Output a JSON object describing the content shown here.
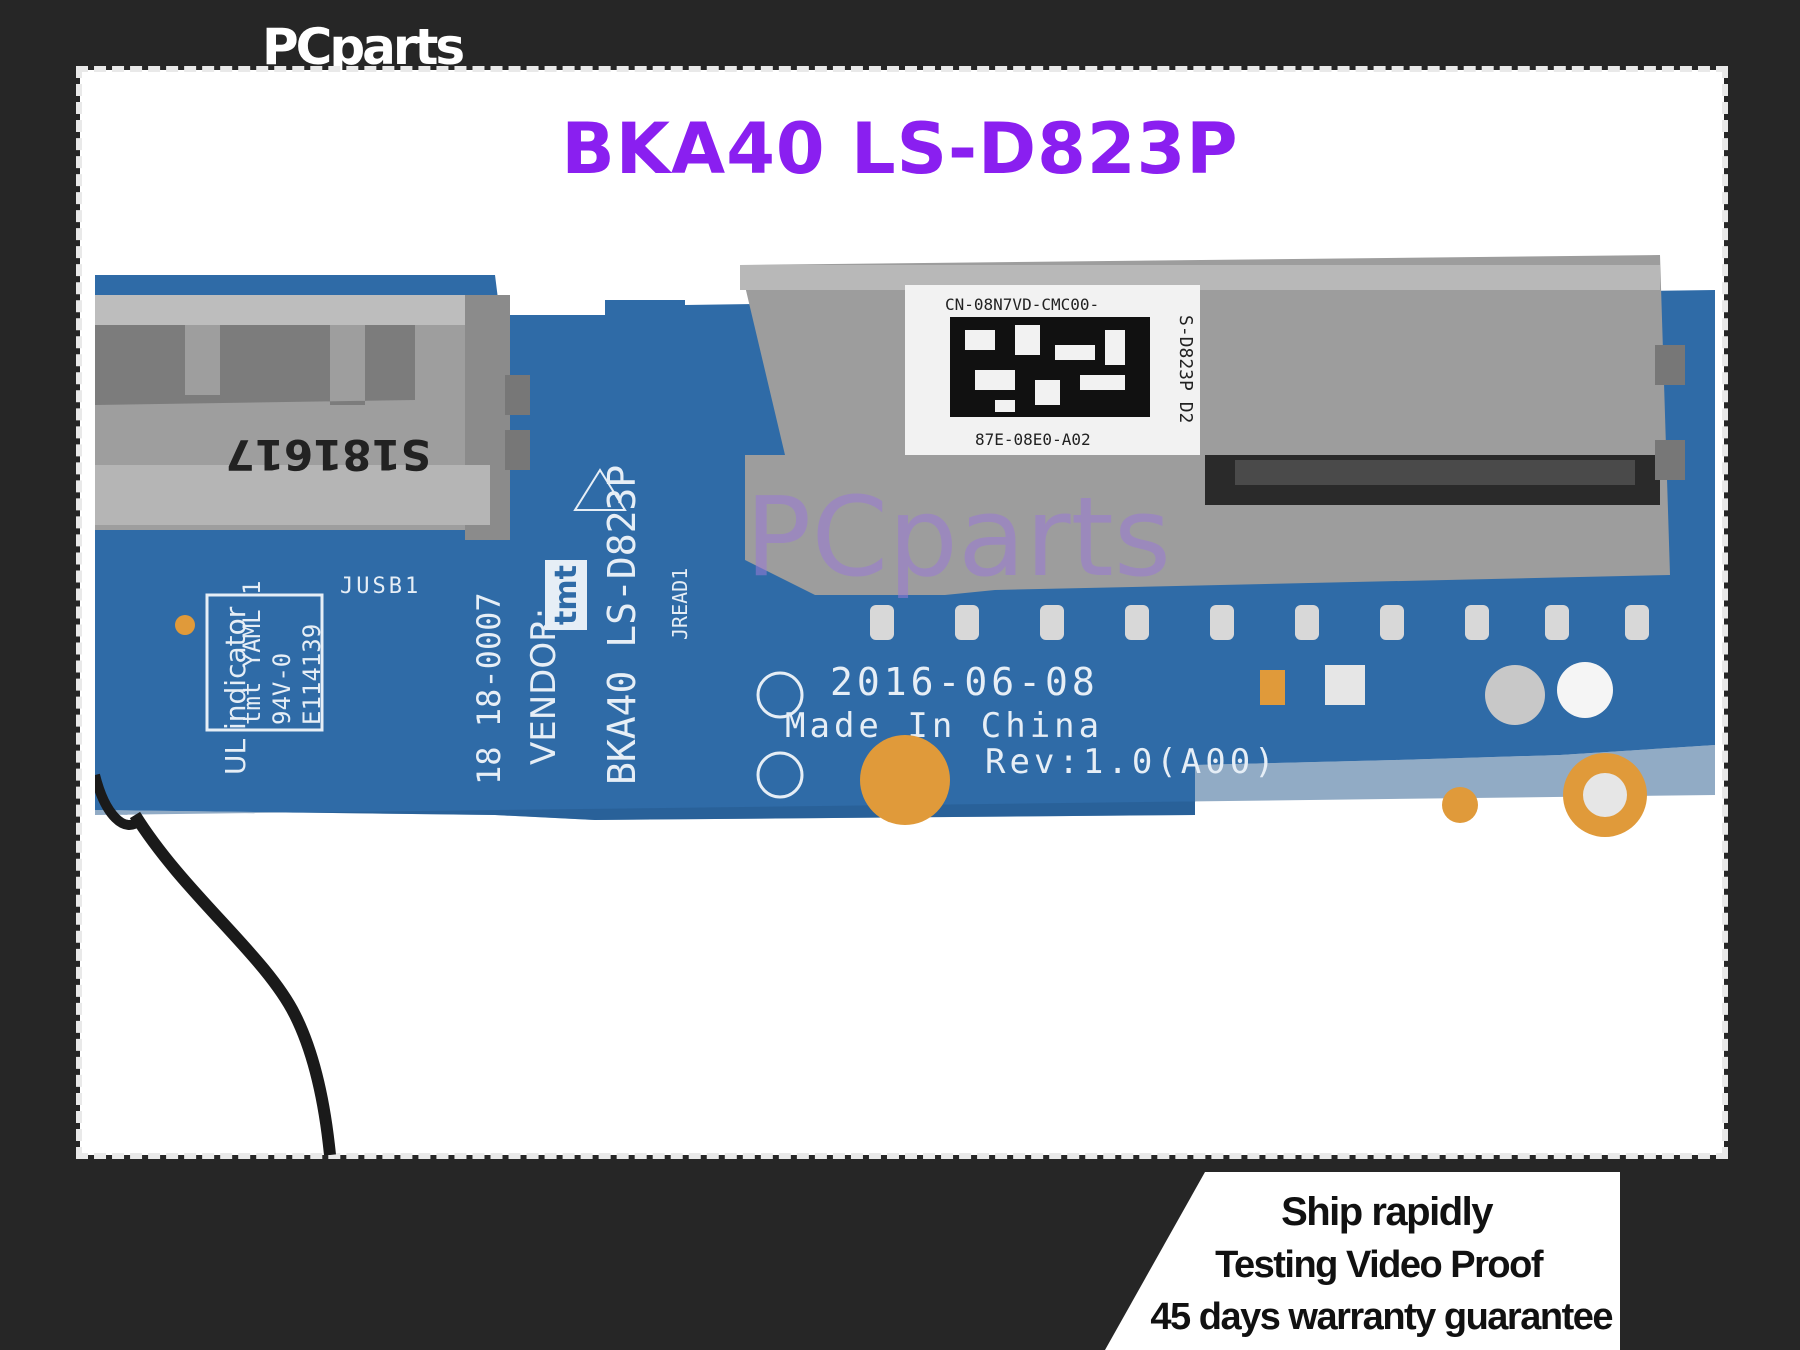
{
  "brand": "PCparts",
  "title": "BKA40 LS-D823P",
  "board": {
    "usb_marking": "S181617",
    "usb_label": "JUSB1",
    "ul_text": "UL indicator",
    "ul_code": [
      "tmt YAML 1",
      "94V-0",
      "E114139"
    ],
    "vendor": "VENDOR:",
    "vendor_logo": "tmt",
    "side_code": "18 18-0007",
    "model": "BKA40 LS-D823P",
    "jread": "JREAD1",
    "date": "2016-06-08",
    "made_in": "Made In China",
    "rev": "Rev:1.0(A00)",
    "sticker_top": "CN-08N7VD-CMC00-",
    "sticker_bottom": "87E-08E0-A02",
    "sticker_side": "S-D823P D2",
    "watermark": "PCparts",
    "colors": {
      "pcb": "#2e6aa5",
      "metal": "#a9a9a9",
      "pad": "#e09a3a"
    }
  },
  "badge": {
    "line1": "Ship rapidly",
    "line2": "Testing Video Proof",
    "line3": "45 days warranty guarantee"
  }
}
